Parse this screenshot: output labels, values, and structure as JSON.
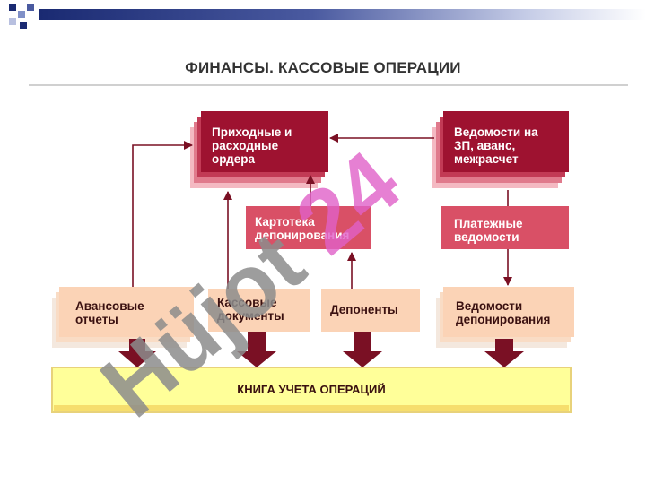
{
  "title": "ФИНАНСЫ. КАССОВЫЕ ОПЕРАЦИИ",
  "nodes": {
    "incoming_orders": "Приходные и\nрасходные\nордера",
    "payroll_statements": "Ведомости на\nЗП, аванс,\nмежрасчет",
    "deposit_file": "Картотека\nдепонирования",
    "payment_statements": "Платежные\nведомости",
    "advance_reports": "Авансовые\nотчеты",
    "cash_documents": "Кассовые\nдокументы",
    "depositors": "Депоненты",
    "deposit_statements": "Ведомости\nдепонирования",
    "ledger": "КНИГА УЧЕТА ОПЕРАЦИЙ"
  },
  "watermark": "Hüjot 24",
  "colors": {
    "crimson": "#9e1230",
    "crimson_light": "#d95066",
    "peach": "#fbd3b6",
    "yellow": "#ffff99",
    "arrow": "#7a1024",
    "watermark_gray": "#8c8c8c",
    "watermark_pink": "#e060c8"
  }
}
